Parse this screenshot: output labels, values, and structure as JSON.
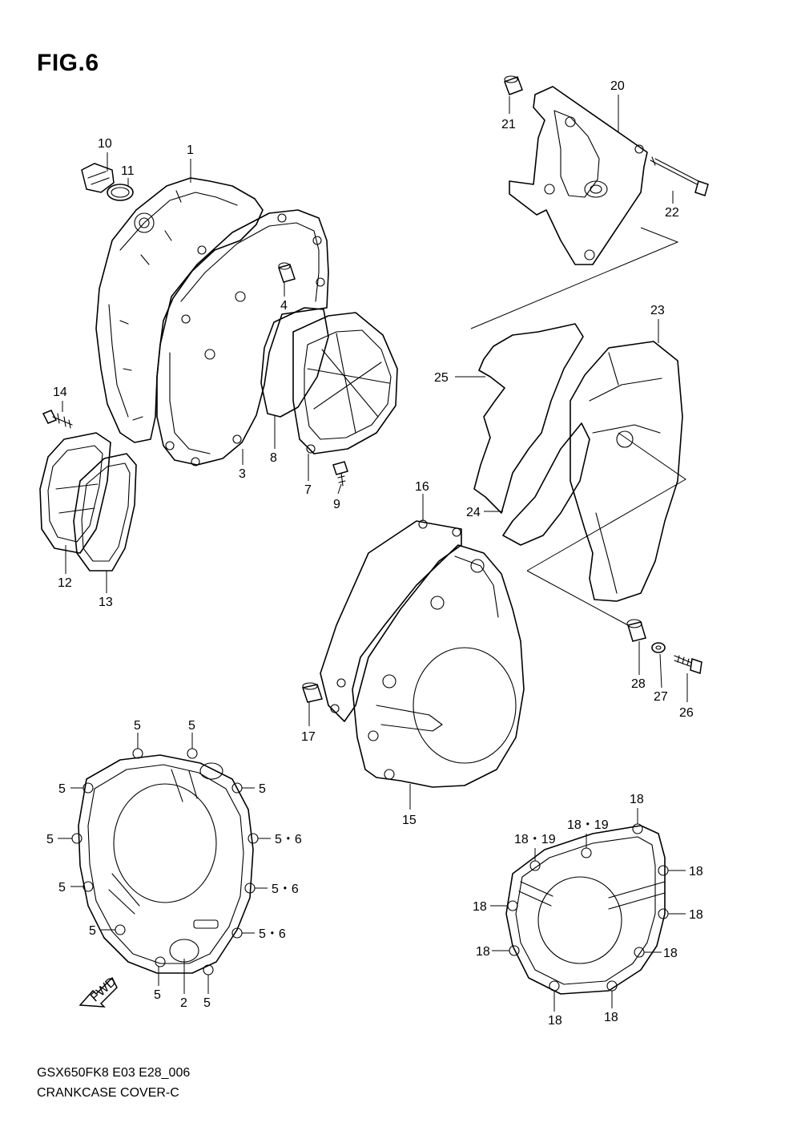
{
  "figure": {
    "title": "FIG.6",
    "code": "GSX650FK8 E03 E28_006",
    "name": "CRANKCASE COVER-C",
    "fwd_label": "FWD"
  },
  "callouts": {
    "c1": "1",
    "c2": "2",
    "c3": "3",
    "c4": "4",
    "c7": "7",
    "c8": "8",
    "c9": "9",
    "c10": "10",
    "c11": "11",
    "c12": "12",
    "c13": "13",
    "c14": "14",
    "c15": "15",
    "c16": "16",
    "c17": "17",
    "c20": "20",
    "c21": "21",
    "c22": "22",
    "c23": "23",
    "c24": "24",
    "c25": "25",
    "c26": "26",
    "c27": "27",
    "c28": "28",
    "c5_a": "5",
    "c5_b": "5",
    "c5_c": "5",
    "c5_d": "5",
    "c5_e": "5",
    "c5_f": "5",
    "c5_g": "5",
    "c5_h": "5",
    "c5_i": "5",
    "c56_a": "5・6",
    "c56_b": "5・6",
    "c56_c": "5・6",
    "c18_a": "18",
    "c18_b": "18",
    "c18_c": "18",
    "c18_d": "18",
    "c18_e": "18",
    "c18_f": "18",
    "c18_g": "18",
    "c18_h": "18",
    "c1819_a": "18・19",
    "c1819_b": "18・19"
  }
}
